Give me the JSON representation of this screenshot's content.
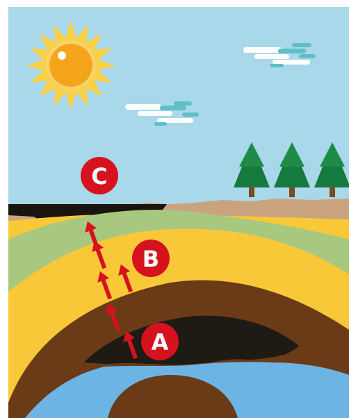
{
  "labels": {
    "a": "A",
    "b": "B",
    "c": "C"
  },
  "colors": {
    "sky": "#a9d8ea",
    "sun_core": "#f4a51c",
    "sun_rays": "#f9d046",
    "cloud": "#ffffff",
    "cloud_accent": "#5fbfc8",
    "ground_surface": "#c9a37d",
    "oil_pool": "#181410",
    "yellow_layer": "#f9c839",
    "green_layer": "#a8c77f",
    "brown_layer": "#6b3a17",
    "trap_oil": "#1e1a14",
    "water": "#6cb4e4",
    "tree": "#167a3e",
    "tree_trunk": "#7a4a22",
    "arrow": "#d6121f",
    "label_circle": "#d6121f",
    "label_text": "#ffffff"
  },
  "icons": [
    "sun-icon",
    "cloud-icon",
    "tree-icon",
    "arrow-icon"
  ]
}
